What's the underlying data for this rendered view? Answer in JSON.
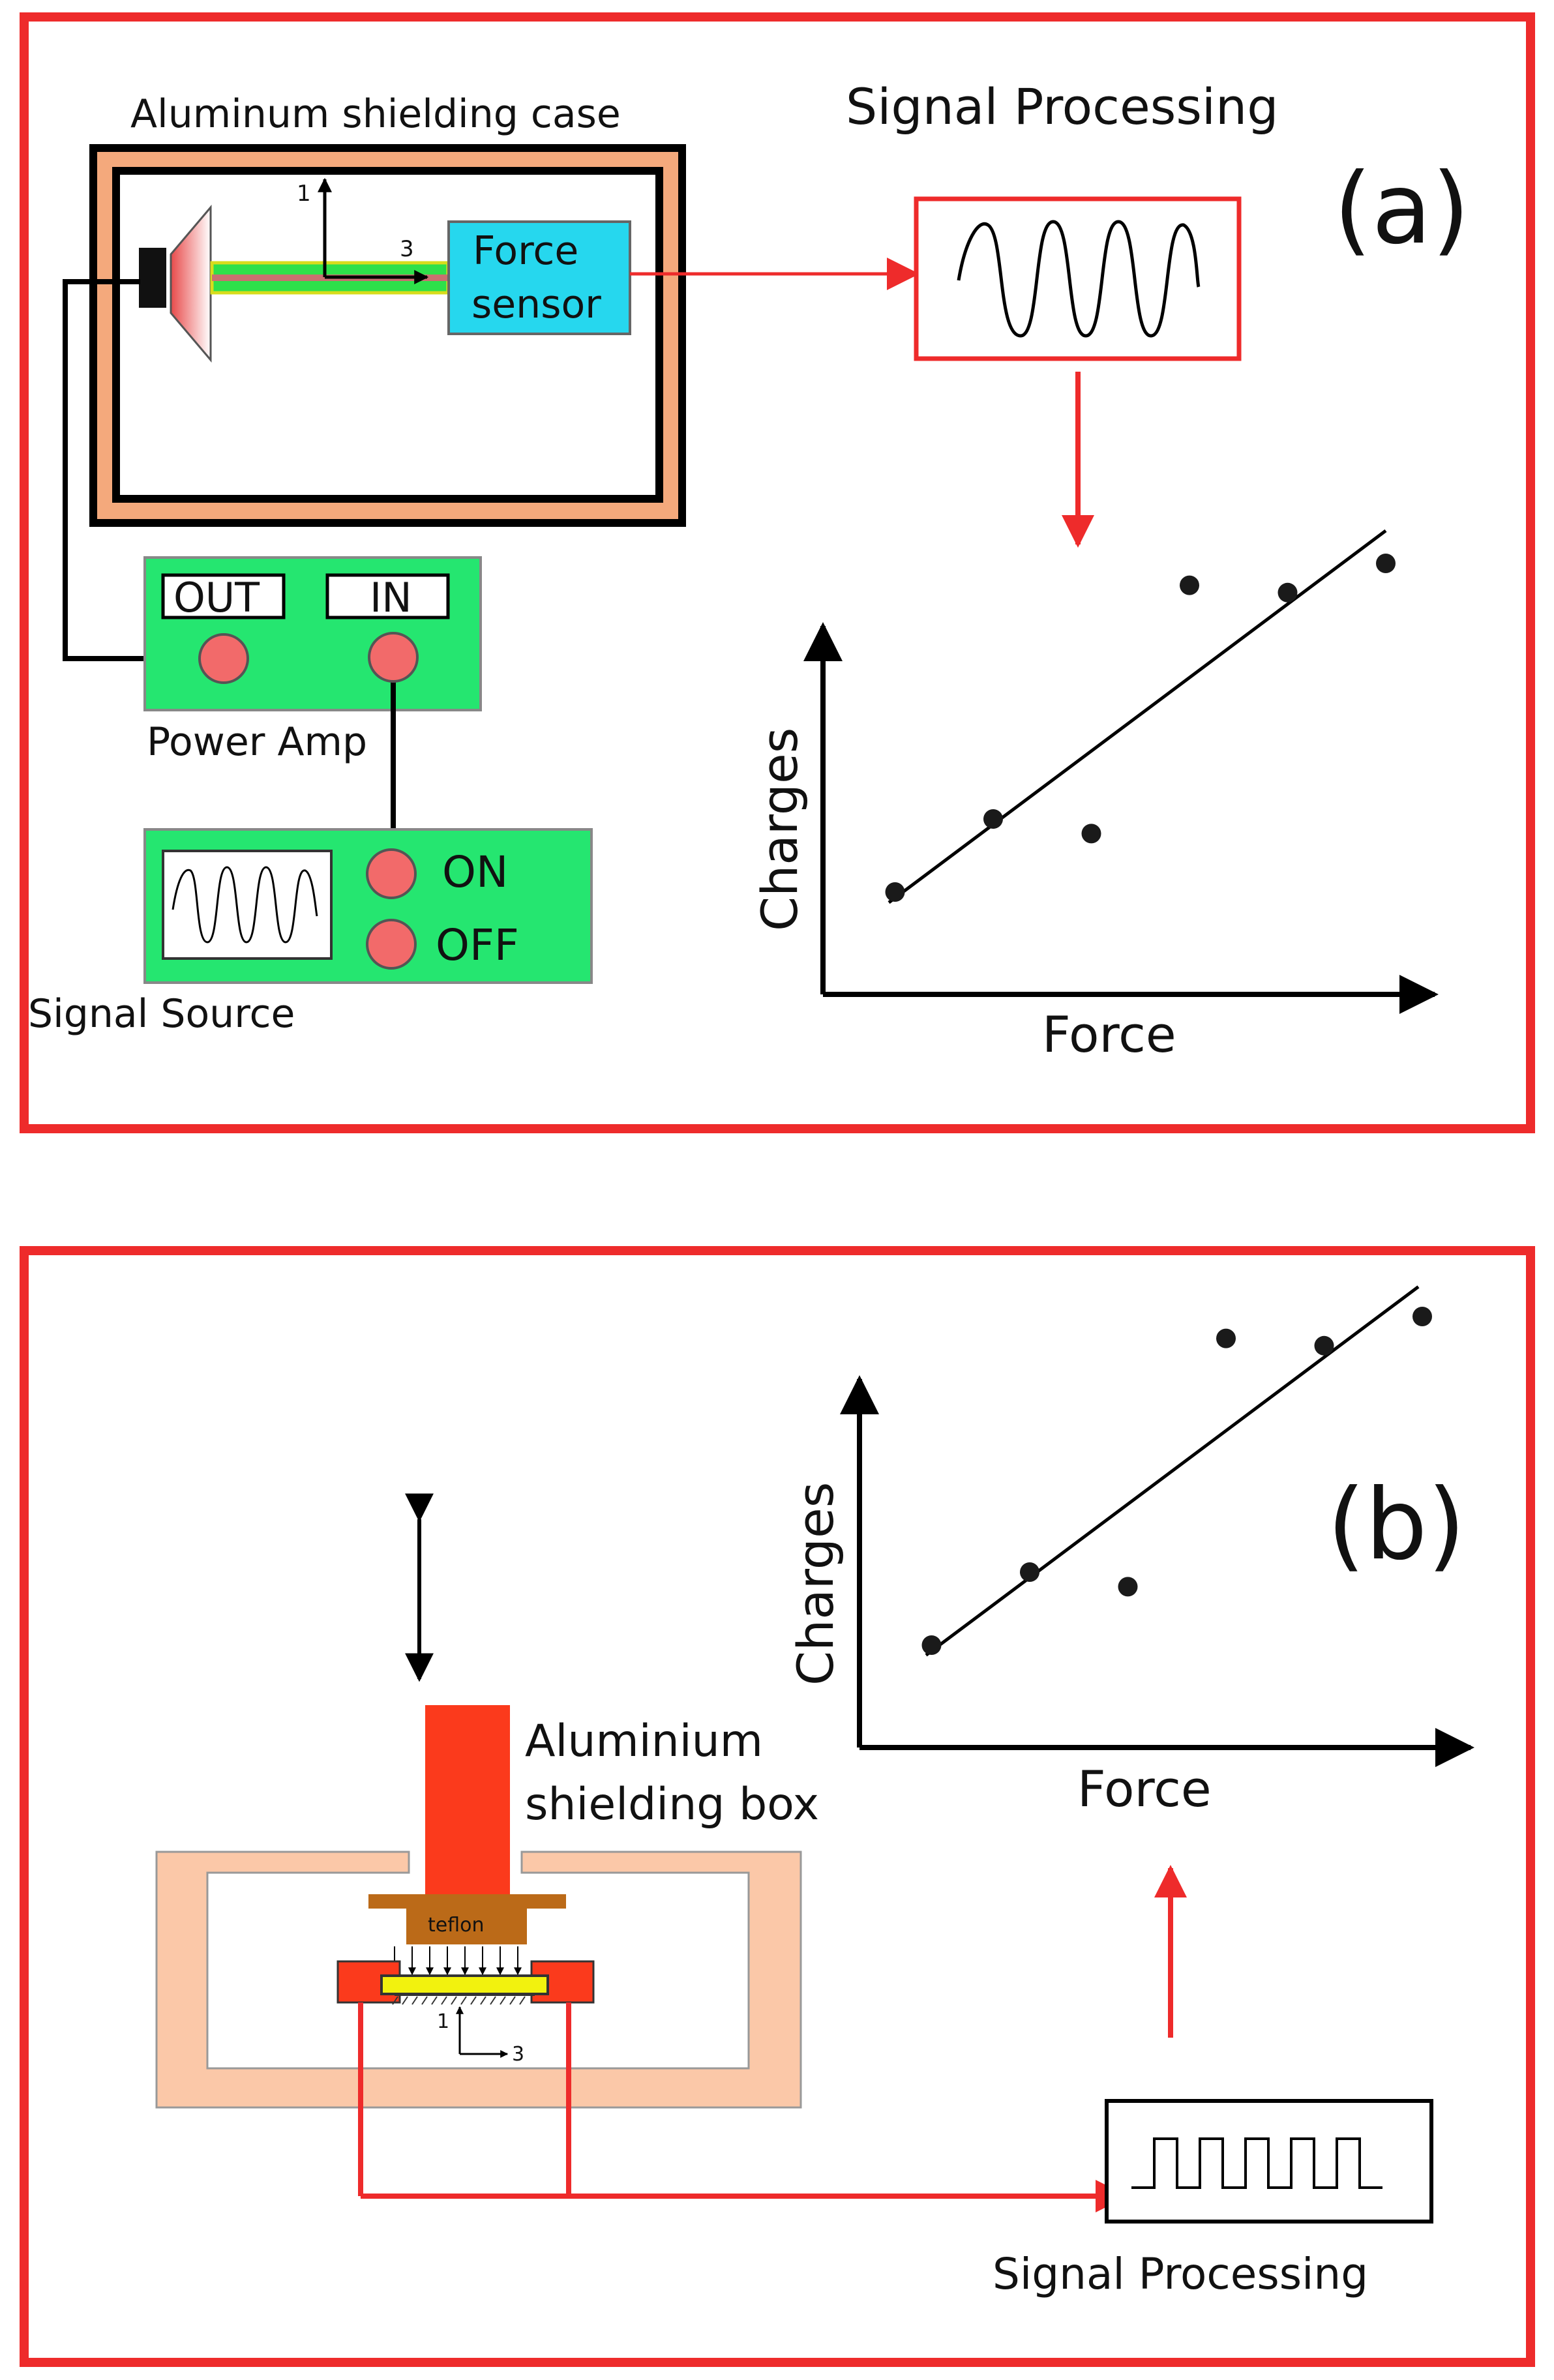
{
  "panel_a": {
    "case_label": "Aluminum shielding case",
    "signal_processing_title": "Signal Processing",
    "panel_tag": "(a)",
    "axis_1": "1",
    "axis_3": "3",
    "force_sensor_line1": "Force",
    "force_sensor_line2": "sensor",
    "out_label": "OUT",
    "in_label": "IN",
    "power_amp_label": "Power Amp",
    "on_label": "ON",
    "off_label": "OFF",
    "signal_source_label": "Signal Source",
    "graph_ylabel": "Charges",
    "graph_xlabel": "Force"
  },
  "panel_b": {
    "panel_tag": "(b)",
    "box_label_line1": "Aluminium",
    "box_label_line2": "shielding box",
    "teflon_label": "teflon",
    "axis_1": "1",
    "axis_3": "3",
    "signal_processing_label": "Signal Processing",
    "graph_ylabel": "Charges",
    "graph_xlabel": "Force"
  },
  "chart_data": [
    {
      "type": "scatter",
      "title": "",
      "xlabel": "Force",
      "ylabel": "Charges",
      "x": [
        1,
        2,
        3,
        4,
        5,
        6
      ],
      "y": [
        1.0,
        2.0,
        1.8,
        5.2,
        5.1,
        5.5
      ],
      "trend": "linear-fit"
    },
    {
      "type": "scatter",
      "title": "",
      "xlabel": "Force",
      "ylabel": "Charges",
      "x": [
        1,
        2,
        3,
        4,
        5,
        6
      ],
      "y": [
        1.0,
        2.0,
        1.8,
        5.2,
        5.1,
        5.5
      ],
      "trend": "linear-fit"
    }
  ],
  "colors": {
    "frame": "#ee2b2b",
    "copper": "#f4a97c",
    "light_copper": "#fbc8a8",
    "green_box": "#25e670",
    "knob": "#f26a6a",
    "sensor_cyan": "#26d7ee",
    "piston": "#fb3a1c",
    "teflon_brown": "#bb6a18",
    "yellow_film": "#f2f20e"
  }
}
